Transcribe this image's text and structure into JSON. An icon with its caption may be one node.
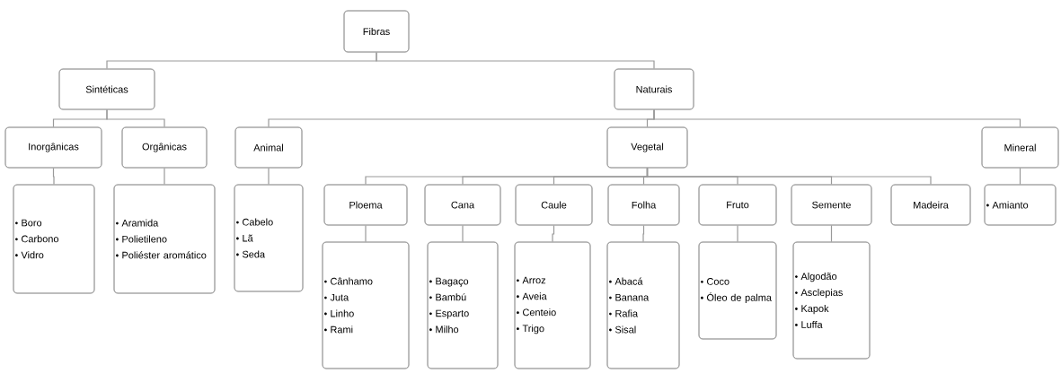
{
  "diagram": {
    "nodes": [
      {
        "text": [
          "Fibras"
        ]
      },
      {
        "text": [
          "Sintéticas"
        ]
      },
      {
        "text": [
          "Naturais"
        ]
      },
      {
        "text": [
          "Inorgânicas"
        ]
      },
      {
        "text": [
          "Orgânicas"
        ]
      },
      {
        "text": [
          "Animal"
        ]
      },
      {
        "text": [
          "Vegetal"
        ]
      },
      {
        "text": [
          "Mineral"
        ]
      },
      {
        "text": [
          "Boro",
          "Carbono",
          "Vidro"
        ]
      },
      {
        "text": [
          "Aramida",
          "Polietileno",
          "Poliéster aromático"
        ]
      },
      {
        "text": [
          "Cabelo",
          "Lã",
          "Seda"
        ]
      },
      {
        "text": [
          "Ploema"
        ]
      },
      {
        "text": [
          "Cana"
        ]
      },
      {
        "text": [
          "Caule"
        ]
      },
      {
        "text": [
          "Folha"
        ]
      },
      {
        "text": [
          "Fruto"
        ]
      },
      {
        "text": [
          "Semente"
        ]
      },
      {
        "text": [
          "Madeira"
        ]
      },
      {
        "text": [
          "Cânhamo",
          "Juta",
          "Linho",
          "Rami"
        ]
      },
      {
        "text": [
          "Bagaço",
          "Bambú",
          "Esparto",
          "Milho"
        ]
      },
      {
        "text": [
          "Arroz",
          "Aveia",
          "Centeio",
          "Trigo"
        ]
      },
      {
        "text": [
          "Abacá",
          "Banana",
          "Rafia",
          "Sisal"
        ]
      },
      {
        "text": [
          "Coco",
          "Óleo de palma"
        ]
      },
      {
        "text": [
          "Algodão",
          "Asclepias",
          "Kapok",
          "Luffa"
        ]
      },
      {
        "text": [
          "Amianto"
        ]
      }
    ],
    "edges": [
      {
        "from": 0,
        "to": 1,
        "arrow": "none"
      },
      {
        "from": 0,
        "to": 2,
        "arrow": "none"
      },
      {
        "from": 1,
        "to": 3,
        "arrow": "none"
      },
      {
        "from": 1,
        "to": 4,
        "arrow": "none"
      },
      {
        "from": 2,
        "to": 5,
        "arrow": "none"
      },
      {
        "from": 2,
        "to": 6,
        "arrow": "none"
      },
      {
        "from": 2,
        "to": 7,
        "arrow": "none"
      },
      {
        "from": 3,
        "to": 8,
        "arrow": "none"
      },
      {
        "from": 4,
        "to": 9,
        "arrow": "none"
      },
      {
        "from": 5,
        "to": 10,
        "arrow": "none"
      },
      {
        "from": 6,
        "to": 11,
        "arrow": "none"
      },
      {
        "from": 6,
        "to": 12,
        "arrow": "none"
      },
      {
        "from": 6,
        "to": 13,
        "arrow": "none"
      },
      {
        "from": 6,
        "to": 14,
        "arrow": "none"
      },
      {
        "from": 6,
        "to": 15,
        "arrow": "none"
      },
      {
        "from": 6,
        "to": 16,
        "arrow": "none"
      },
      {
        "from": 6,
        "to": 17,
        "arrow": "none"
      },
      {
        "from": 11,
        "to": 18,
        "arrow": "none"
      },
      {
        "from": 12,
        "to": 19,
        "arrow": "none"
      },
      {
        "from": 13,
        "to": 20,
        "arrow": "none"
      },
      {
        "from": 14,
        "to": 21,
        "arrow": "none"
      },
      {
        "from": 15,
        "to": 22,
        "arrow": "none"
      },
      {
        "from": 16,
        "to": 23,
        "arrow": "none"
      },
      {
        "from": 7,
        "to": 24,
        "arrow": "none"
      }
    ]
  }
}
